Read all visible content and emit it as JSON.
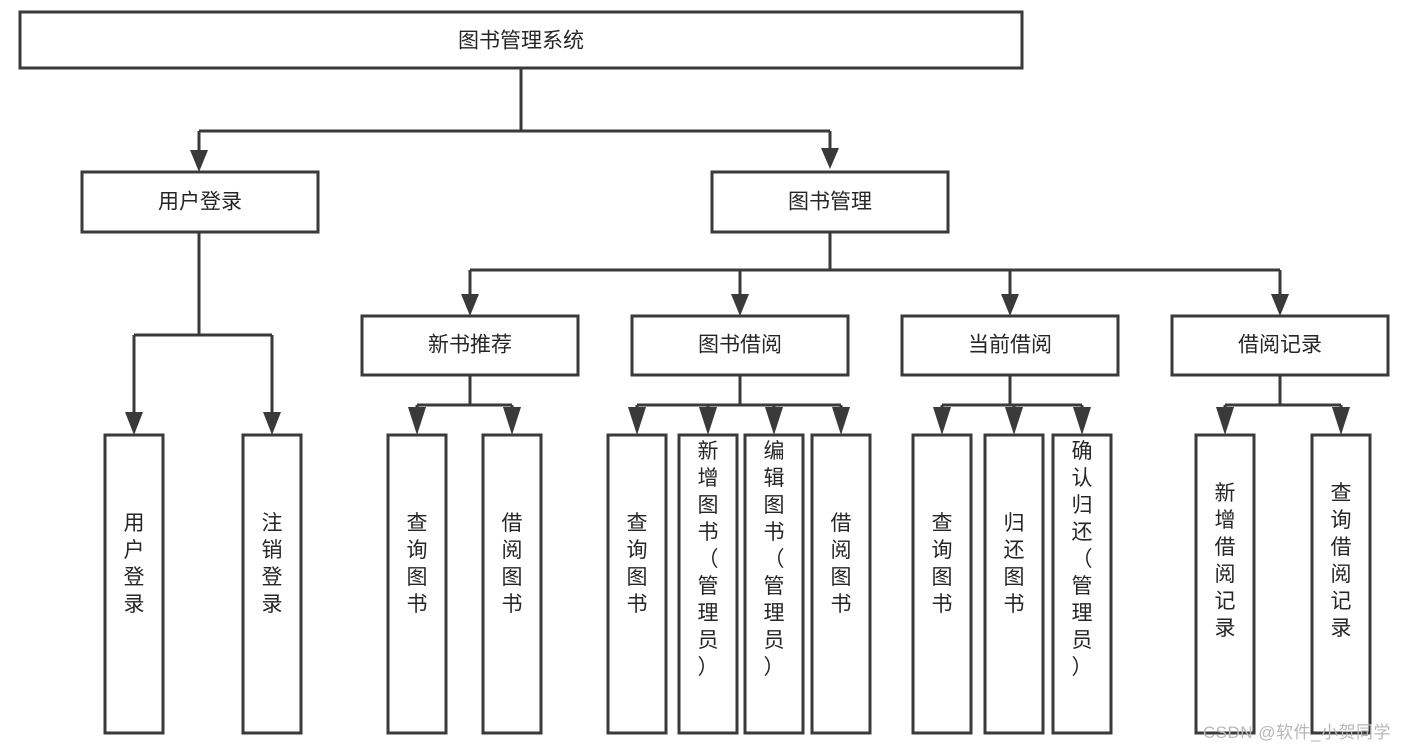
{
  "diagram": {
    "title": "图书管理系统",
    "type": "tree-hierarchy",
    "style": {
      "box_fill": "#ffffff",
      "box_stroke": "#3a3a3a",
      "text_color": "#262626",
      "background": "#ffffff"
    },
    "root": {
      "label": "图书管理系统"
    },
    "level2": [
      {
        "label": "用户登录"
      },
      {
        "label": "图书管理"
      }
    ],
    "level3": [
      {
        "label": "新书推荐"
      },
      {
        "label": "图书借阅"
      },
      {
        "label": "当前借阅"
      },
      {
        "label": "借阅记录"
      }
    ],
    "leaves": {
      "user_login": [
        {
          "label": "用户登录"
        },
        {
          "label": "注销登录"
        }
      ],
      "new_book_recommend": [
        {
          "label": "查询图书"
        },
        {
          "label": "借阅图书"
        }
      ],
      "book_borrow": [
        {
          "label": "查询图书"
        },
        {
          "label": "新增图书（管理员）"
        },
        {
          "label": "编辑图书（管理员）"
        },
        {
          "label": "借阅图书"
        }
      ],
      "current_borrow": [
        {
          "label": "查询图书"
        },
        {
          "label": "归还图书"
        },
        {
          "label": "确认归还（管理员）"
        }
      ],
      "borrow_record": [
        {
          "label": "新增借阅记录"
        },
        {
          "label": "查询借阅记录"
        }
      ]
    }
  },
  "watermark": {
    "text": "CSDN @软件_小贺同学"
  }
}
